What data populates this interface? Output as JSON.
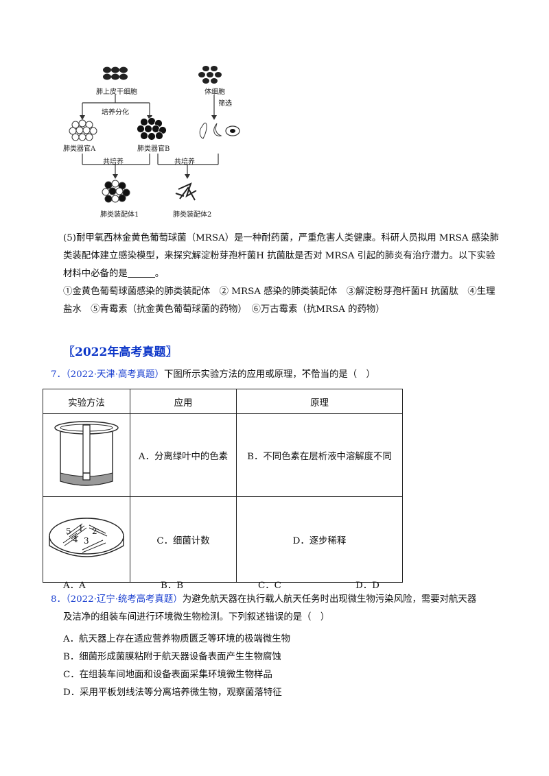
{
  "diagram": {
    "lung_stem_cells": "肺上皮干细胞",
    "body_cells": "体细胞",
    "induce_diff": "培养分化",
    "screening": "筛选",
    "organoid_a": "肺类器官A",
    "organoid_b": "肺类器官B",
    "coculture": "共培养",
    "assembly_1": "肺类装配体1",
    "assembly_2": "肺类装配体2"
  },
  "q5": {
    "line1": "(5)耐甲氧西林金黄色葡萄球菌（MRSA）是一种耐药菌，严重危害人类健康。科研人员拟用 MRSA 感染肺",
    "line2": "类装配体建立感染模型，来探究解淀粉芽孢杆菌H 抗菌肽是否对 MRSA 引起的肺炎有治疗潜力。以下实验",
    "line3_prefix": "材料中必备的是",
    "line3_suffix": "。",
    "line4": "①金黄色葡萄球菌感染的肺类装配体　② MRSA 感染的肺类装配体　③解淀粉芽孢杆菌H 抗菌肽　④生理",
    "line5": "盐水　⑤青霉素（抗金黄色葡萄球菌的药物）　⑥万古霉素（抗MRSA 的药物）"
  },
  "section_title": "〖2022年高考真题〗",
  "q7": {
    "num": "7．",
    "source": "（2022·天津·高考真题）",
    "stem_prefix": "下图所示实验方法的应用或原理，",
    "stem_emph": "不恰当",
    "stem_suffix": "的是（　）",
    "table": {
      "headers": [
        "实验方法",
        "应用",
        "原理"
      ],
      "rows": [
        {
          "app": "A．分离绿叶中的色素",
          "principle": "B．不同色素在层析液中溶解度不同"
        },
        {
          "app": "C．细菌计数",
          "principle": "D．逐步稀释"
        }
      ]
    },
    "options": [
      "A．A",
      "B．B",
      "C．C",
      "D．D"
    ],
    "plate_numbers": [
      "1",
      "2",
      "3",
      "4",
      "5"
    ]
  },
  "q8": {
    "num": "8．",
    "source": "（2022·辽宁·统考高考真题）",
    "stem1": "为避免航天器在执行载人航天任务时出现微生物污染风险，需要对航天器",
    "stem2": "及洁净的组装车间进行环境微生物检测。下列叙述错误的是（　）",
    "options": [
      "A．航天器上存在适应营养物质匮乏等环境的极端微生物",
      "B．细菌形成菌膜粘附于航天器设备表面产生生物腐蚀",
      "C．在组装车间地面和设备表面采集环境微生物样品",
      "D．采用平板划线法等分离培养微生物，观察菌落特征"
    ]
  }
}
